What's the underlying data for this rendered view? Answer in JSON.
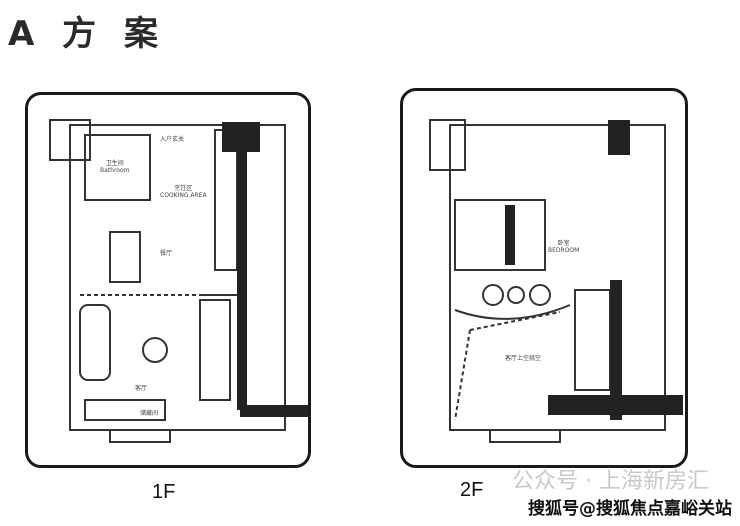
{
  "title": "A 方 案",
  "plans": [
    {
      "floor": "1F",
      "rooms": {
        "bathroom_cn": "卫生间",
        "bathroom_en": "Bathroom",
        "entry": "入户玄关",
        "cooking_cn": "烹饪区",
        "cooking_en": "COOKING AREA",
        "dining": "餐厅",
        "living": "客厅",
        "storage": "储藏间"
      }
    },
    {
      "floor": "2F",
      "rooms": {
        "bedroom_cn": "卧室",
        "bedroom_en": "BEDROOM",
        "void": "客厅上空挑空"
      }
    }
  ],
  "watermarks": {
    "wechat": "公众号 · 上海新房汇",
    "sohu": "搜狐号@搜狐焦点嘉峪关站"
  }
}
